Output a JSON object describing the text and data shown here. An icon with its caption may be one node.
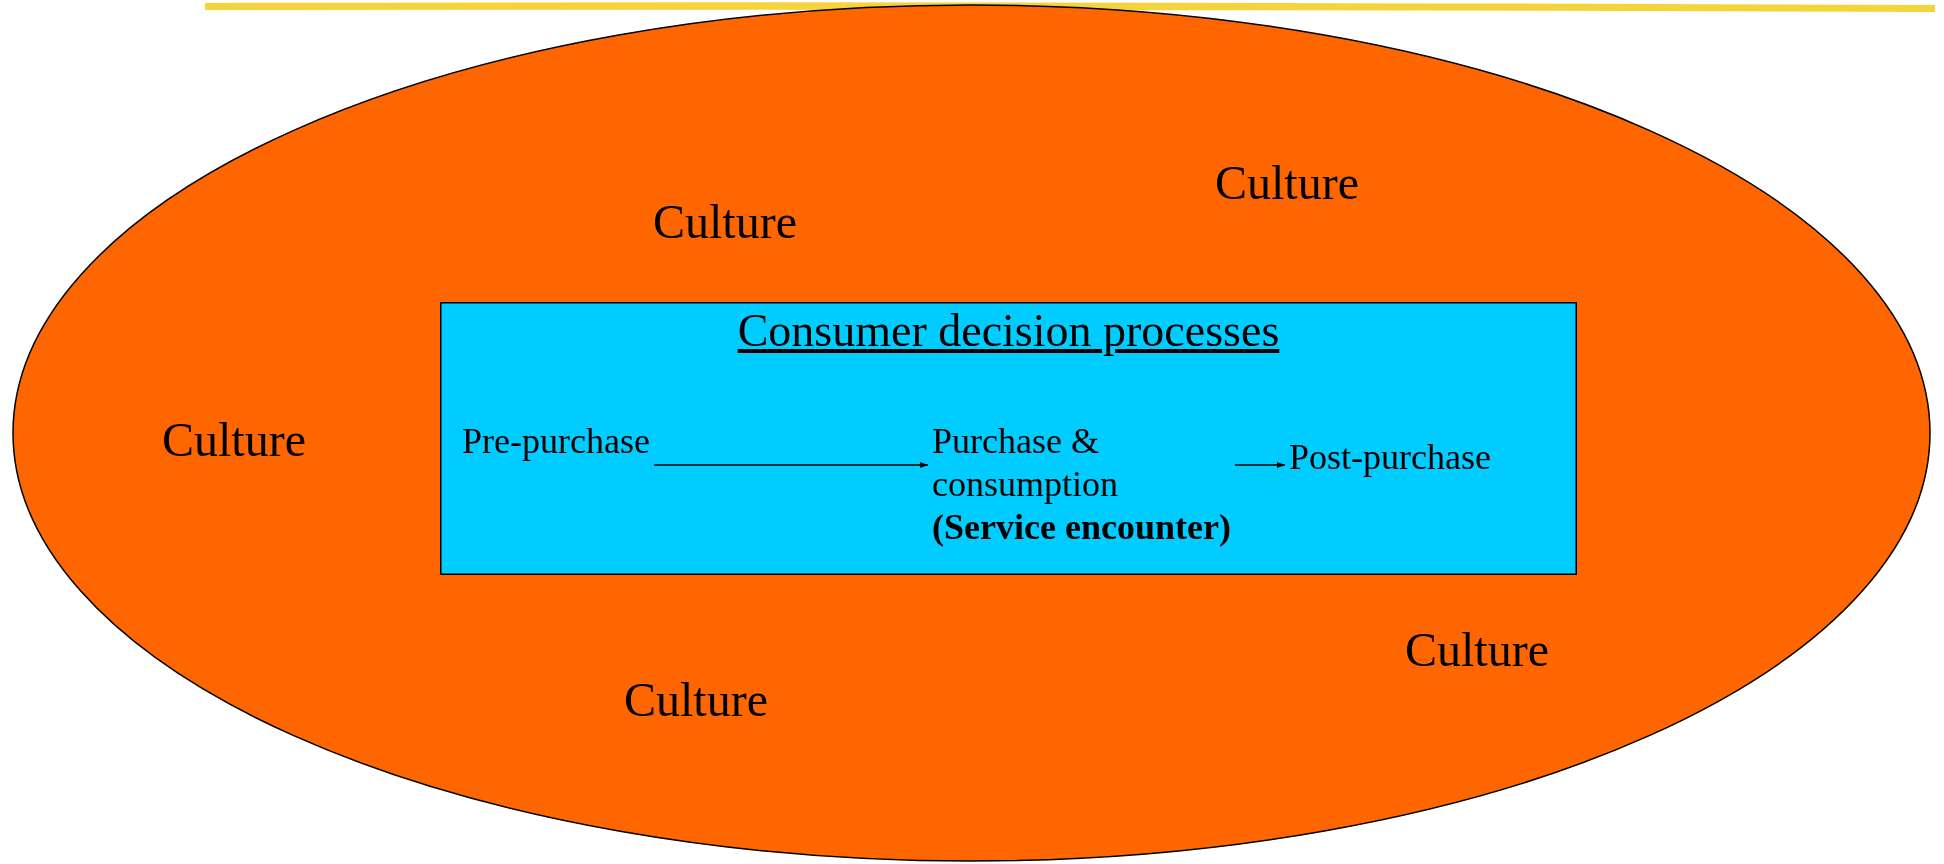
{
  "diagram": {
    "nodes": [
      {
        "text": [
          "Culture",
          "Culture",
          "Culture",
          "Culture",
          "Culture"
        ]
      },
      {
        "text": [
          "Consumer decision processes"
        ],
        "in": 0
      },
      {
        "text": [
          "Pre-purchase"
        ],
        "in": 1
      },
      {
        "text": [
          "Purchase & consumption",
          "(Service encounter)"
        ],
        "in": 1
      },
      {
        "text": [
          "Post-purchase"
        ],
        "in": 1
      }
    ],
    "edges": [
      {
        "from": 2,
        "to": 3,
        "arrow": "to"
      },
      {
        "from": 3,
        "to": 4,
        "arrow": "to"
      }
    ]
  }
}
